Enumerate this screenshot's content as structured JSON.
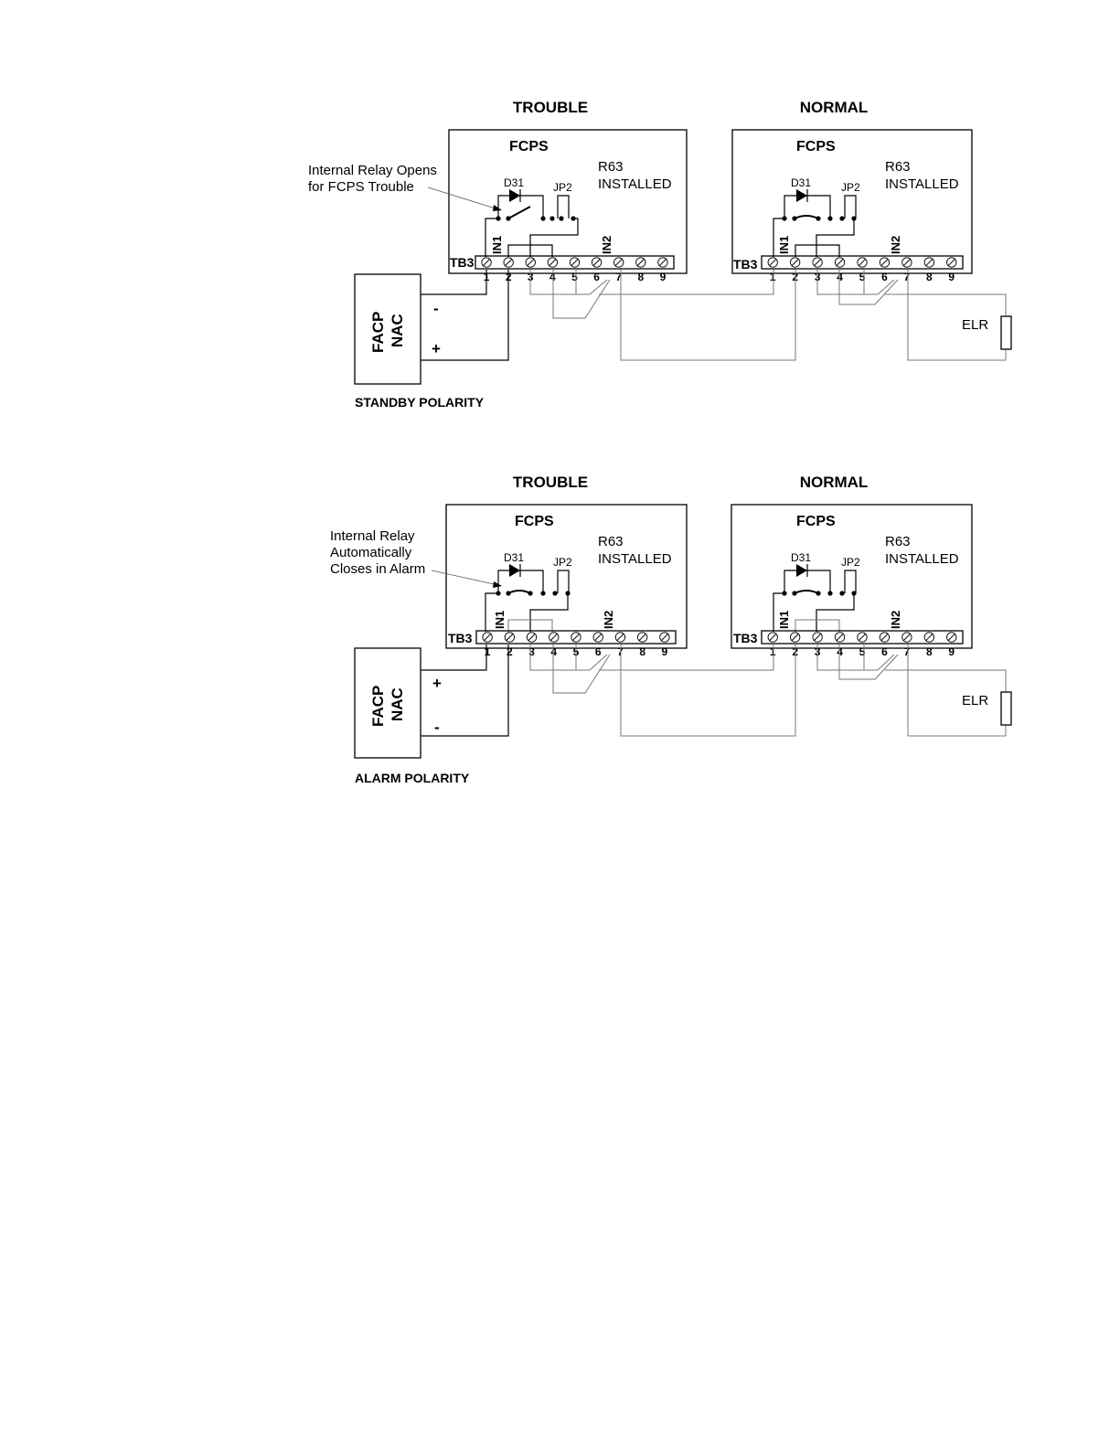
{
  "top": {
    "heading_left": "TROUBLE",
    "heading_right": "NORMAL",
    "fcps_left": "FCPS",
    "fcps_right": "FCPS",
    "r63_left": "R63",
    "r63_right": "R63",
    "installed_left": "INSTALLED",
    "installed_right": "INSTALLED",
    "d31_left": "D31",
    "d31_right": "D31",
    "jp2_left": "JP2",
    "jp2_right": "JP2",
    "in1_left": "IN1",
    "in1_right": "IN1",
    "in2_left": "IN2",
    "in2_right": "IN2",
    "tb3_left": "TB3",
    "tb3_right": "TB3",
    "callout_line1": "Internal Relay Opens",
    "callout_line2": "for FCPS Trouble",
    "facp_line1": "FACP",
    "facp_line2": "NAC",
    "sign_upper": "-",
    "sign_lower": "+",
    "elr": "ELR",
    "caption": "STANDBY POLARITY"
  },
  "bottom": {
    "heading_left": "TROUBLE",
    "heading_right": "NORMAL",
    "fcps_left": "FCPS",
    "fcps_right": "FCPS",
    "r63_left": "R63",
    "r63_right": "R63",
    "installed_left": "INSTALLED",
    "installed_right": "INSTALLED",
    "d31_left": "D31",
    "d31_right": "D31",
    "jp2_left": "JP2",
    "jp2_right": "JP2",
    "in1_left": "IN1",
    "in1_right": "IN1",
    "in2_left": "IN2",
    "in2_right": "IN2",
    "tb3_left": "TB3",
    "tb3_right": "TB3",
    "callout_line1": "Internal Relay",
    "callout_line2": "Automatically",
    "callout_line3": "Closes in Alarm",
    "facp_line1": "FACP",
    "facp_line2": "NAC",
    "sign_upper": "+",
    "sign_lower": "-",
    "elr": "ELR",
    "caption": "ALARM POLARITY"
  },
  "terminal_numbers": [
    "1",
    "2",
    "3",
    "4",
    "5",
    "6",
    "7",
    "8",
    "9"
  ]
}
